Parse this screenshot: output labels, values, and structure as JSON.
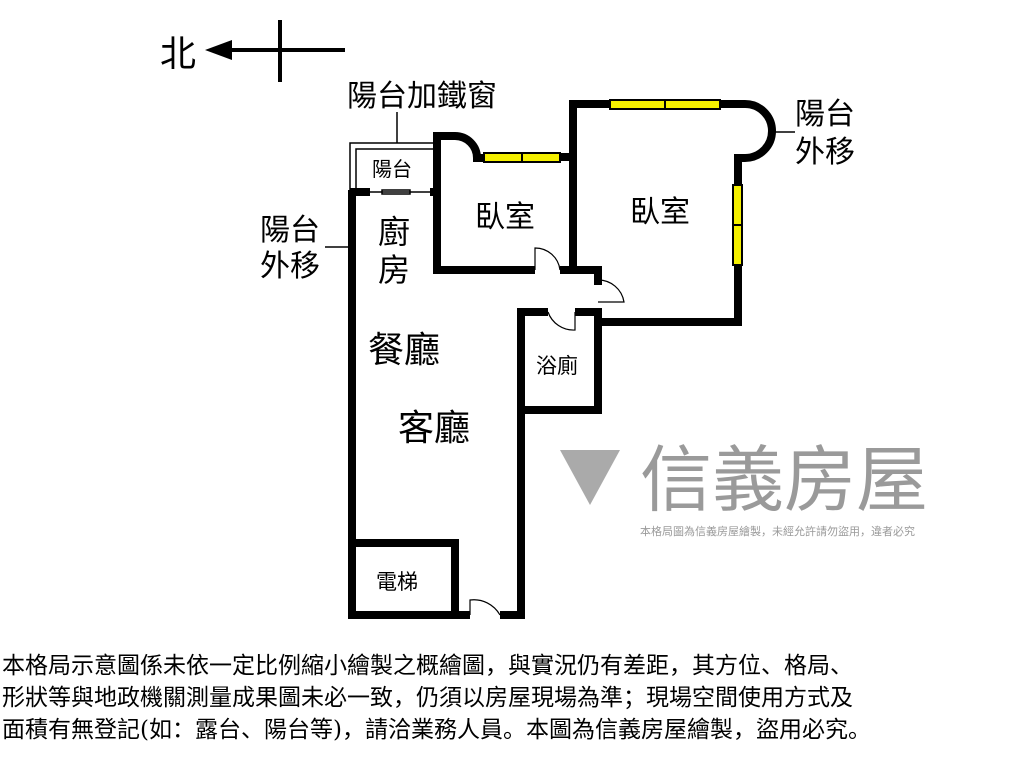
{
  "compass": {
    "north_label": "北"
  },
  "labels": {
    "balcony_iron_window": "陽台加鐵窗",
    "balcony": "陽台",
    "balcony_moved_left_1": "陽台",
    "balcony_moved_left_2": "外移",
    "balcony_moved_right_1": "陽台",
    "balcony_moved_right_2": "外移",
    "kitchen_1": "廚",
    "kitchen_2": "房",
    "bedroom_1": "臥室",
    "bedroom_2": "臥室",
    "dining": "餐廳",
    "bathroom": "浴廁",
    "living": "客廳",
    "elevator": "電梯"
  },
  "watermark": {
    "brand": "信義房屋",
    "notice": "本格局圖為信義房屋繪製，未經允許請勿盜用，違者必究"
  },
  "colors": {
    "wall": "#000000",
    "window": "#f5f000",
    "watermark": "#9a9a9a"
  },
  "disclaimer": [
    "本格局示意圖係未依一定比例縮小繪製之概繪圖，與實況仍有差距，其方位、格局、",
    "形狀等與地政機關測量成果圖未必一致，仍須以房屋現場為準；現場空間使用方式及",
    "面積有無登記(如：露台、陽台等)，請洽業務人員。本圖為信義房屋繪製，盜用必究。"
  ]
}
